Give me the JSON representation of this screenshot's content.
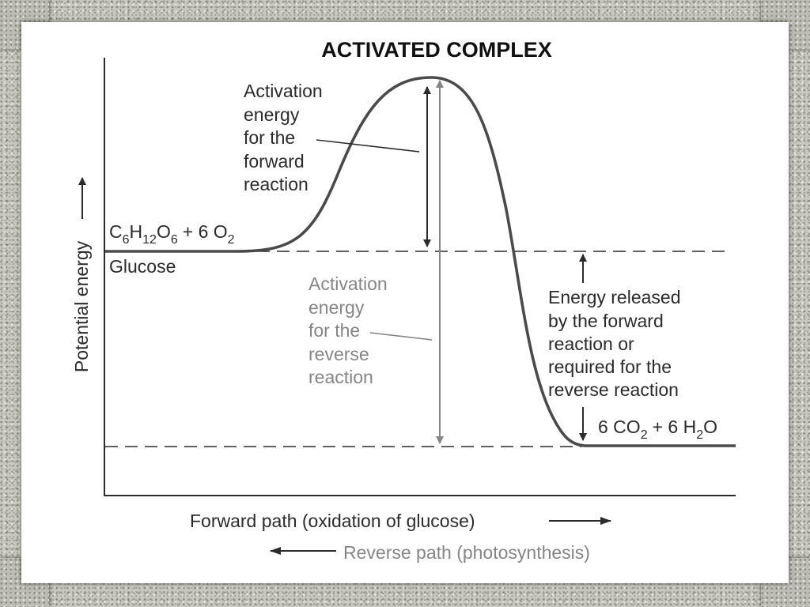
{
  "title": "ACTIVATED COMPLEX",
  "axes": {
    "y_label": "Potential energy",
    "x_forward": "Forward path (oxidation of glucose)",
    "x_reverse": "Reverse path (photosynthesis)"
  },
  "reactants": {
    "formula": {
      "c": "C",
      "n6": "6",
      "h": "H",
      "n12": "12",
      "o": "O",
      "n6b": "6",
      "plus": "+ 6 O",
      "n2": "2"
    },
    "name": "Glucose"
  },
  "products": {
    "formula": {
      "lead": "6 CO",
      "n2": "2",
      "mid": "+ 6 H",
      "n2b": "2",
      "o": "O"
    }
  },
  "labels": {
    "forward_activation": [
      "Activation",
      "energy",
      "for the",
      "forward",
      "reaction"
    ],
    "reverse_activation": [
      "Activation",
      "energy",
      "for the",
      "reverse",
      "reaction"
    ],
    "energy_released": [
      "Energy released",
      "by the forward",
      "reaction or",
      "required for the",
      "reverse reaction"
    ]
  },
  "colors": {
    "ink": "#2b2b2b",
    "grey_ink": "#858585",
    "panel": "#ffffff",
    "stone": "#c9c8c0"
  }
}
